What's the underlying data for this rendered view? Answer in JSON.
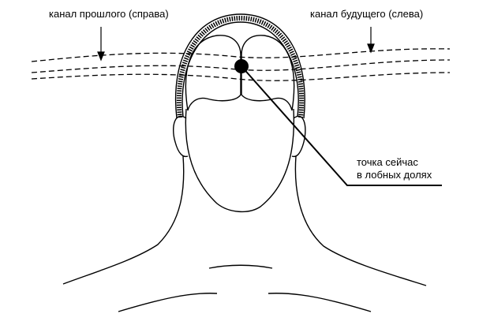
{
  "labels": {
    "past_channel": "канал прошлого (справа)",
    "future_channel": "канал будущего (слева)",
    "now_point_line1": "точка сейчас",
    "now_point_line2": "в лобных долях"
  }
}
